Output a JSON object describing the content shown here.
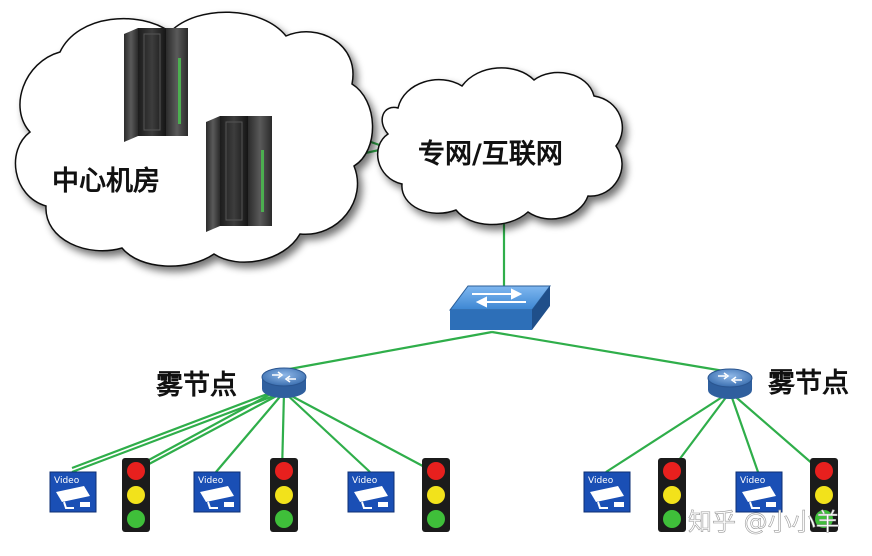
{
  "labels": {
    "data_center": "中心机房",
    "network": "专网/互联网",
    "fog_node_left": "雾节点",
    "fog_node_right": "雾节点"
  },
  "camera_label": "Video",
  "watermark": "知乎 @小小羊",
  "colors": {
    "link": "#2fae4a",
    "cloud_fill": "#ffffff",
    "cloud_stroke": "#111111",
    "switch": "#2f7fd0",
    "router": "#4f86c6",
    "camera_bg": "#1a4fb5",
    "light_red": "#e8201e",
    "light_yellow": "#f2e21b",
    "light_green": "#3fbf3a",
    "light_body": "#1b1b1b"
  }
}
